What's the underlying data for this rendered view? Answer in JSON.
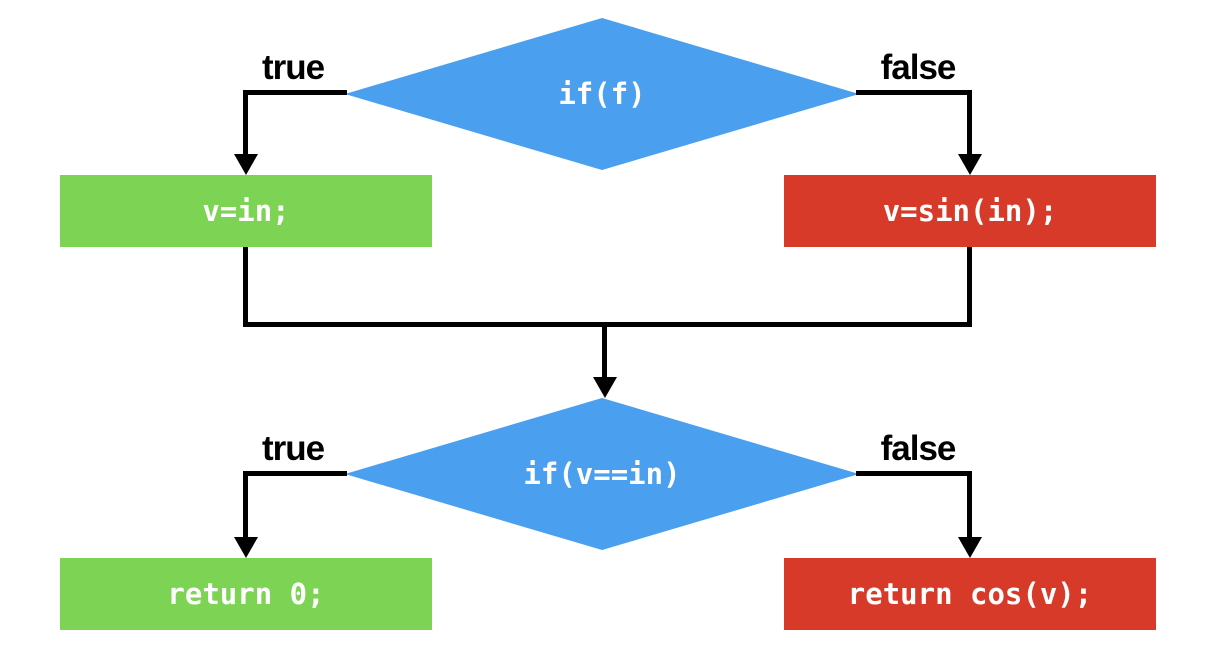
{
  "diagram": {
    "type": "flowchart",
    "background": "#ffffff",
    "colors": {
      "decision_fill": "#4a9fee",
      "true_branch_fill": "#7dd353",
      "false_branch_fill": "#d73a28",
      "connector": "#000000",
      "branch_label_text": "#000000",
      "node_text": "#ffffff"
    },
    "nodes": {
      "decision1": "if(f)",
      "process_true1": "v=in;",
      "process_false1": "v=sin(in);",
      "decision2": "if(v==in)",
      "process_true2": "return 0;",
      "process_false2": "return cos(v);"
    },
    "branch_labels": {
      "true": "true",
      "false": "false"
    }
  }
}
